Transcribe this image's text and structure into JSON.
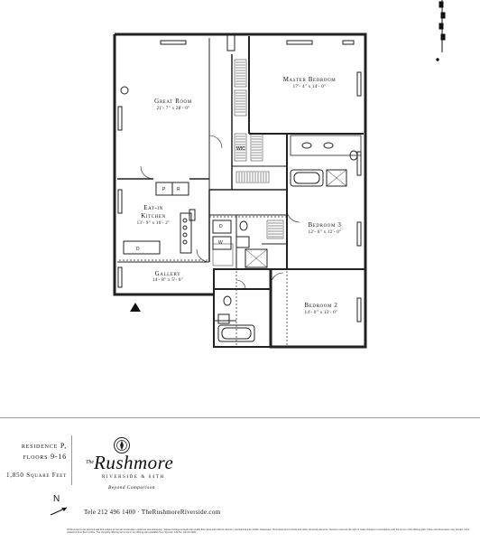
{
  "rooms": [
    {
      "name": "Great Room",
      "dims": "21'- 7\" x 28'- 0\""
    },
    {
      "name": "Master Bedroom",
      "dims": "17'- 4\" x 14'- 0\""
    },
    {
      "name": "Eat-in",
      "name2": "Kitchen",
      "dims": "13'- 9\" x 10'- 2\""
    },
    {
      "name": "Bedroom 3",
      "dims": "12'- 0\" x 12'- 0\""
    },
    {
      "name": "Gallery",
      "dims": "14'- 8\" x 5'- 0\""
    },
    {
      "name": "Bedroom 2",
      "dims": "14'- 0\" x 13'- 0\""
    }
  ],
  "labels": {
    "wic": "WIC",
    "pantry": "P",
    "refrigerator": "R",
    "dishwasher": "D",
    "washer": "W",
    "dryer": "D"
  },
  "residence": {
    "line1": "residence P,",
    "line2": "floors 9-16",
    "area": "1,850 Square Feet"
  },
  "brand": {
    "name_prefix": "The",
    "name": "Rushmore",
    "tagline": "Riverside & 64th",
    "slogan": "Beyond Comparison"
  },
  "compass": "N",
  "contact": "Tele 212 496 1400 · TheRushmoreRiverside.com",
  "fine_print": "All dimensions are approximate and subject to normal construction variances and tolerances. Square footage exceeds the usable floor area and reflects columns, mechanical ares shafts, chaseways, thermostat and controls and other structural elements. Sponsor reserves the right to make changes in accordance with the terms of the offering plan. Plans and dimensions may contain minor variations from floor to floor. The complete offering terms are in an offering plan available from Sponsor. File No. CD-01-0000."
}
